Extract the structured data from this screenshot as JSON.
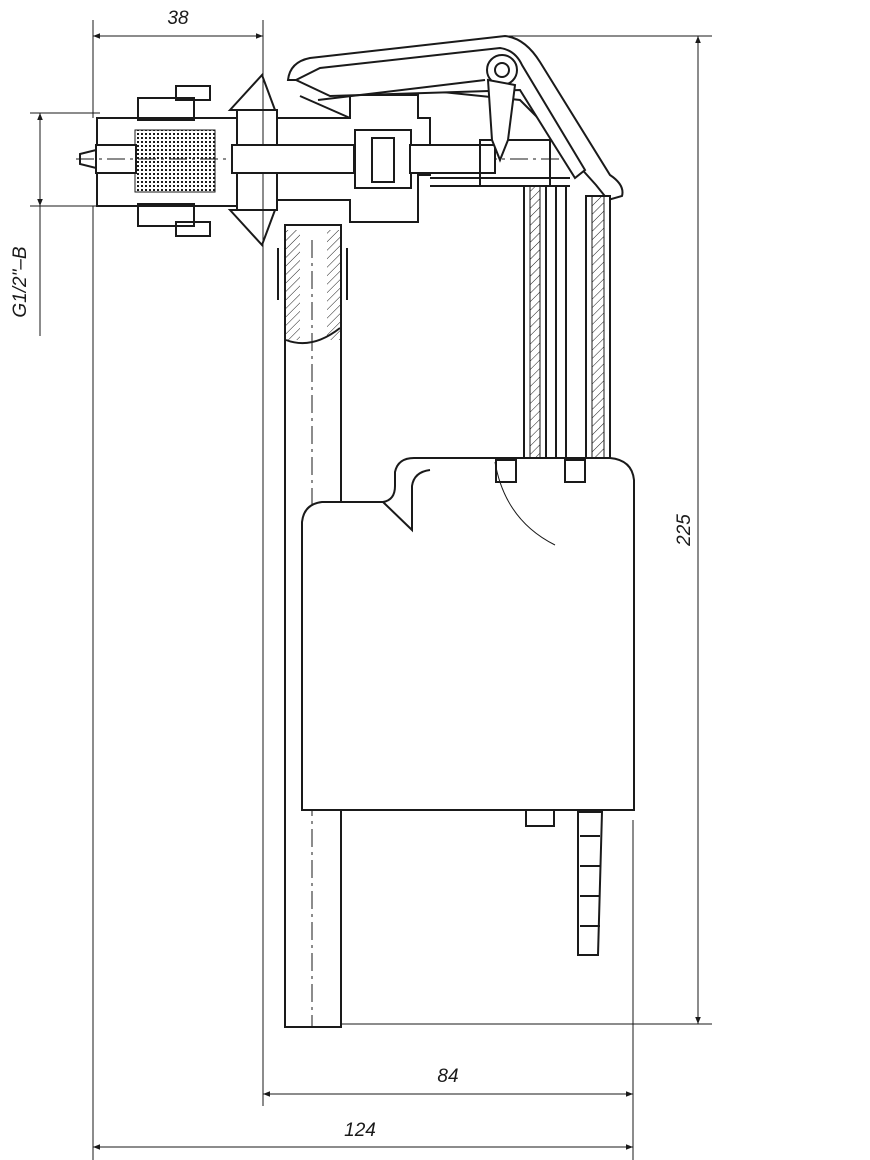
{
  "dimensions": {
    "top_width": "38",
    "thread": "G1/2\"–B",
    "height": "225",
    "inner_width": "84",
    "total_width": "124"
  }
}
